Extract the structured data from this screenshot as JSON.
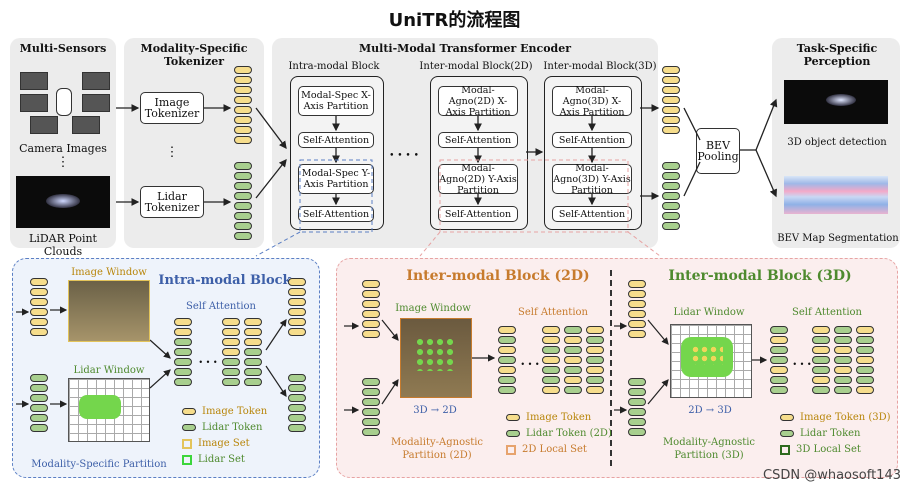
{
  "title": "UniTR的流程图",
  "sections": {
    "multi_sensors": "Multi-Sensors",
    "tokenizer": "Modality-Specific Tokenizer",
    "encoder": "Multi-Modal Transformer Encoder",
    "perception": "Task-Specific Perception"
  },
  "inputs": {
    "camera": "Camera Images",
    "lidar": "LiDAR Point Clouds",
    "dots": "⋮"
  },
  "tokenizers": {
    "image": "Image Tokenizer",
    "lidar": "Lidar Tokenizer",
    "dots": "⋮"
  },
  "blocks": {
    "intra": {
      "title": "Intra-modal Block",
      "box1": "Modal-Spec X-Axis Partition",
      "box2": "Self-Attention",
      "box3": "Modal-Spec Y-Axis Partition",
      "box4": "Self-Attention"
    },
    "inter2d": {
      "title": "Inter-modal Block(2D)",
      "box1": "Modal-Agno(2D) X-Axis Partition",
      "box2": "Self-Attention",
      "box3": "Modal-Agno(2D) Y-Axis Partition",
      "box4": "Self-Attention"
    },
    "inter3d": {
      "title": "Inter-modal Block(3D)",
      "box1": "Modal-Agno(3D) X-Axis Partition",
      "box2": "Self-Attention",
      "box3": "Modal-Agno(3D) Y-Axis Partition",
      "box4": "Self-Attention"
    },
    "ellipsis": "• • • •"
  },
  "bev": "BEV Pooling",
  "outputs": {
    "detection": "3D object detection",
    "segmentation": "BEV Map Segmentation"
  },
  "detail_intra": {
    "title": "Intra-modal Block",
    "image_window": "Image Window",
    "lidar_window": "Lidar Window",
    "self_attention": "Self Attention",
    "partition": "Modality-Specific Partition",
    "legend": [
      "Image Token",
      "Lidar Token",
      "Image Set",
      "Lidar Set"
    ],
    "dots": "• • •"
  },
  "detail_inter2d": {
    "title": "Inter-modal Block (2D)",
    "image_window": "Image Window",
    "self_attention": "Self Attention",
    "transform": "3D → 2D",
    "partition": "Modality-Agnostic Partition (2D)",
    "legend": [
      "Image Token",
      "Lidar Token (2D)",
      "2D Local Set"
    ],
    "dots": "• • •"
  },
  "detail_inter3d": {
    "title": "Inter-modal Block (3D)",
    "lidar_window": "Lidar Window",
    "self_attention": "Self Attention",
    "transform": "2D → 3D",
    "partition": "Modality-Agnostic Partition (3D)",
    "legend": [
      "Image Token (3D)",
      "Lidar Token",
      "3D Local Set"
    ],
    "dots": "• • •"
  },
  "colors": {
    "image_token": "#f6dd8c",
    "lidar_token": "#a8cf8e",
    "intra_accent": "#5b7fc4",
    "inter2d_accent": "#c77b2d",
    "inter3d_accent": "#4e8a2e"
  },
  "watermark": "CSDN @whaosoft143"
}
